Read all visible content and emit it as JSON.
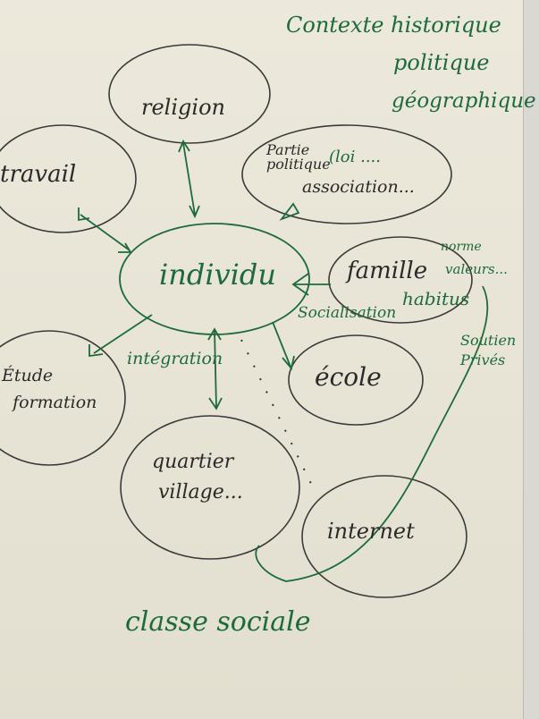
{
  "colors": {
    "paper": "#e8e4d6",
    "ink_black": "#2a2a2a",
    "ink_green": "#1d6b3c"
  },
  "context": {
    "line1": "Contexte historique",
    "line2": "politique",
    "line3": "géographique"
  },
  "nodes": {
    "center": "individu",
    "religion": "religion",
    "travail": "travail",
    "partie_line1": "Partie",
    "partie_line2": "politique",
    "loi": "(loi ....",
    "association": "association...",
    "famille": "famille",
    "norme": "norme",
    "valeurs": "valeurs...",
    "habitus": "habitus",
    "socialisation": "Socialisation",
    "ecole": "école",
    "soutien_line1": "Soutien",
    "soutien_line2": "Privés",
    "etude_line1": "Étude",
    "etude_line2": "formation",
    "integration": "intégration",
    "quartier_line1": "quartier",
    "quartier_line2": "village...",
    "internet": "internet",
    "classe": "classe sociale"
  }
}
